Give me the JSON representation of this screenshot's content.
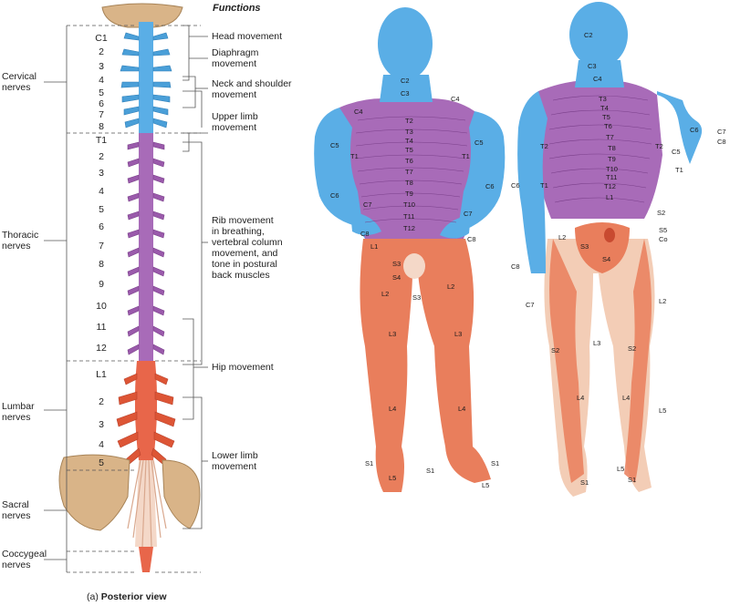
{
  "functions_title": "Functions",
  "caption": {
    "prefix": "(a)",
    "text": "Posterior view"
  },
  "regions": [
    {
      "label": "Cervical\nnerves"
    },
    {
      "label": "Thoracic\nnerves"
    },
    {
      "label": "Lumbar\nnerves"
    },
    {
      "label": "Sacral\nnerves"
    },
    {
      "label": "Coccygeal\nnerves"
    }
  ],
  "segments": [
    "C1",
    "2",
    "3",
    "4",
    "5",
    "6",
    "7",
    "8",
    "T1",
    "2",
    "3",
    "4",
    "5",
    "6",
    "7",
    "8",
    "9",
    "10",
    "11",
    "12",
    "L1",
    "2",
    "3",
    "4",
    "5"
  ],
  "functions": [
    "Head movement",
    "Diaphragm\nmovement",
    "Neck and shoulder\nmovement",
    "Upper limb\nmovement",
    "Rib movement\nin breathing,\nvertebral column\nmovement, and\ntone in postural\nback muscles",
    "Hip movement",
    "Lower limb\nmovement"
  ],
  "anterior_labels": [
    "C2",
    "C3",
    "C4",
    "C4",
    "C5",
    "C5",
    "T1",
    "T1",
    "C6",
    "C6",
    "C7",
    "C7",
    "C8",
    "C8",
    "T2",
    "T3",
    "T4",
    "T5",
    "T6",
    "T7",
    "T8",
    "T9",
    "T10",
    "T11",
    "T12",
    "L1",
    "S3",
    "S4",
    "S3",
    "L2",
    "L2",
    "L3",
    "L3",
    "L4",
    "L4",
    "S1",
    "S1",
    "S1",
    "L5",
    "L5"
  ],
  "posterior_labels": [
    "C2",
    "C3",
    "C4",
    "T3",
    "T4",
    "T5",
    "T6",
    "T7",
    "T8",
    "T9",
    "T10",
    "T11",
    "T12",
    "L1",
    "T2",
    "T2",
    "C5",
    "C6",
    "C7",
    "C8",
    "T1",
    "C6",
    "T1",
    "C8",
    "C7",
    "L2",
    "S3",
    "S4",
    "S2",
    "S5",
    "Co",
    "L2",
    "L3",
    "S2",
    "S2",
    "L4",
    "L4",
    "L5",
    "S1",
    "L5",
    "S1"
  ],
  "colors": {
    "cervical": "#5aaee6",
    "thoracic": "#a86bb8",
    "lumbar": "#e8664a",
    "sacral": "#f4d8c8",
    "bone": "#d9b488",
    "skin_orange": "#e97e5c"
  }
}
